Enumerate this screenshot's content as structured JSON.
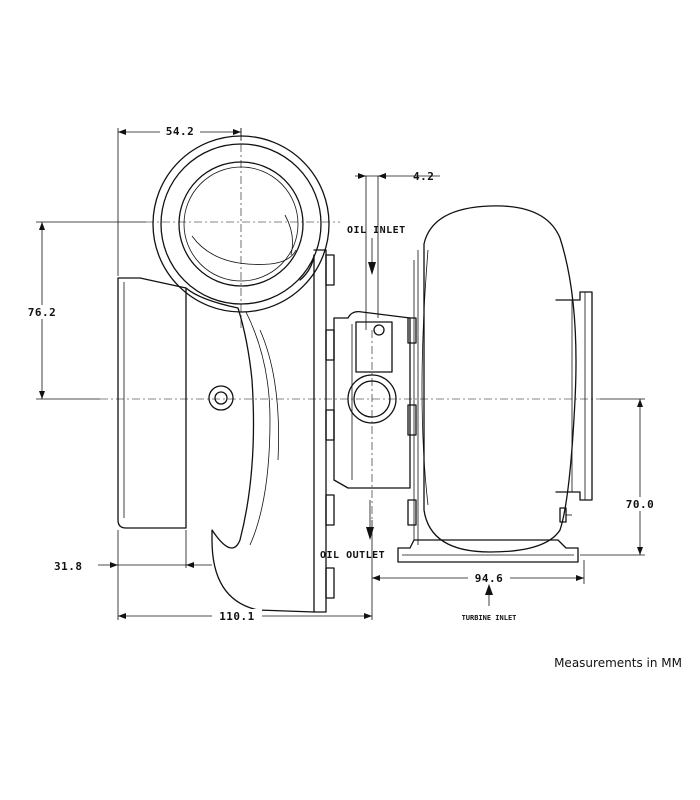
{
  "dimensions": {
    "compressor_inlet_width": "54.2",
    "oil_inlet_offset": "4.2",
    "compressor_outlet_height": "76.2",
    "compressor_inlet_offset": "31.8",
    "overall_length": "110.1",
    "turbine_inlet_height": "70.0",
    "turbine_inlet_width": "94.6"
  },
  "labels": {
    "oil_inlet": "OIL INLET",
    "oil_outlet": "OIL OUTLET",
    "turbine_inlet": "TURBINE INLET"
  },
  "note": "Measurements in MM"
}
